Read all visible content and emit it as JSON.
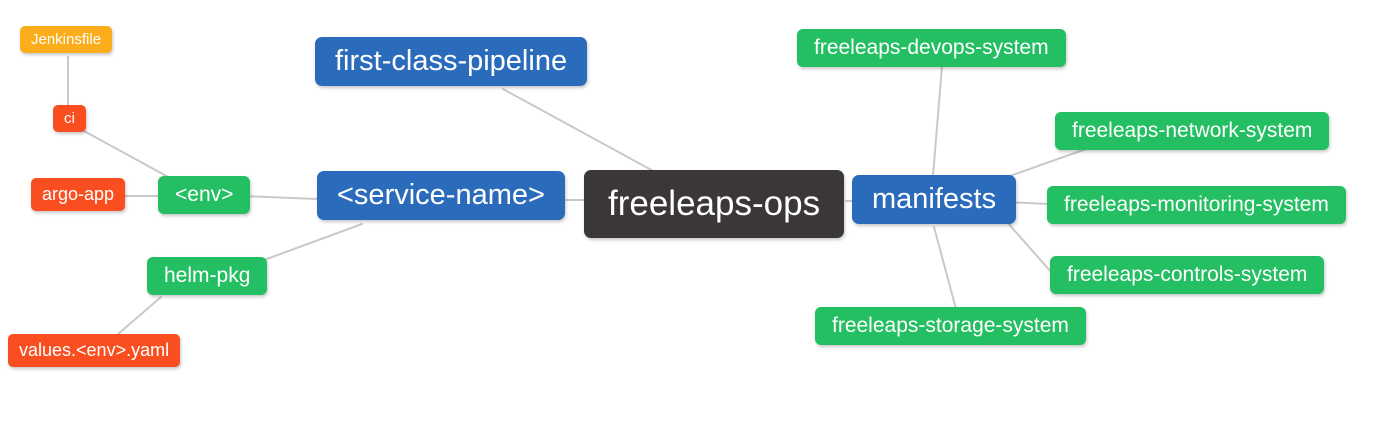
{
  "diagram": {
    "root_label": "freeleaps-ops",
    "palette": {
      "blue": "#2b6bbc",
      "green": "#23bf62",
      "orange": "#fbad1b",
      "red": "#f94e20",
      "dark": "#3b3737",
      "edge_gray": "#c9c9c9",
      "node_text": "#ffffff",
      "background": "#ffffff"
    },
    "nodes": {
      "jenkinsfile": {
        "label": "Jenkinsfile",
        "color": "#fbad1b"
      },
      "ci": {
        "label": "ci",
        "color": "#f94e20"
      },
      "argo_app": {
        "label": "argo-app",
        "color": "#f94e20"
      },
      "env": {
        "label": "<env>",
        "color": "#23bf62"
      },
      "first_class_pipeline": {
        "label": "first-class-pipeline",
        "color": "#2b6bbc"
      },
      "service_name": {
        "label": "<service-name>",
        "color": "#2b6bbc"
      },
      "freeleaps_ops": {
        "label": "freeleaps-ops",
        "color": "#3b3737"
      },
      "manifests": {
        "label": "manifests",
        "color": "#2b6bbc"
      },
      "devops_system": {
        "label": "freeleaps-devops-system",
        "color": "#23bf62"
      },
      "network_system": {
        "label": "freeleaps-network-system",
        "color": "#23bf62"
      },
      "monitoring_system": {
        "label": "freeleaps-monitoring-system",
        "color": "#23bf62"
      },
      "controls_system": {
        "label": "freeleaps-controls-system",
        "color": "#23bf62"
      },
      "storage_system": {
        "label": "freeleaps-storage-system",
        "color": "#23bf62"
      },
      "helm_pkg": {
        "label": "helm-pkg",
        "color": "#23bf62"
      },
      "values_env_yaml": {
        "label": "values.<env>.yaml",
        "color": "#f94e20"
      }
    },
    "edges": [
      {
        "from": "jenkinsfile",
        "to": "ci"
      },
      {
        "from": "ci",
        "to": "env"
      },
      {
        "from": "argo_app",
        "to": "env"
      },
      {
        "from": "env",
        "to": "service_name"
      },
      {
        "from": "helm_pkg",
        "to": "service_name"
      },
      {
        "from": "values_env_yaml",
        "to": "helm_pkg"
      },
      {
        "from": "first_class_pipeline",
        "to": "freeleaps_ops"
      },
      {
        "from": "service_name",
        "to": "freeleaps_ops"
      },
      {
        "from": "freeleaps_ops",
        "to": "manifests"
      },
      {
        "from": "manifests",
        "to": "devops_system"
      },
      {
        "from": "manifests",
        "to": "network_system"
      },
      {
        "from": "manifests",
        "to": "monitoring_system"
      },
      {
        "from": "manifests",
        "to": "controls_system"
      },
      {
        "from": "manifests",
        "to": "storage_system"
      }
    ]
  }
}
